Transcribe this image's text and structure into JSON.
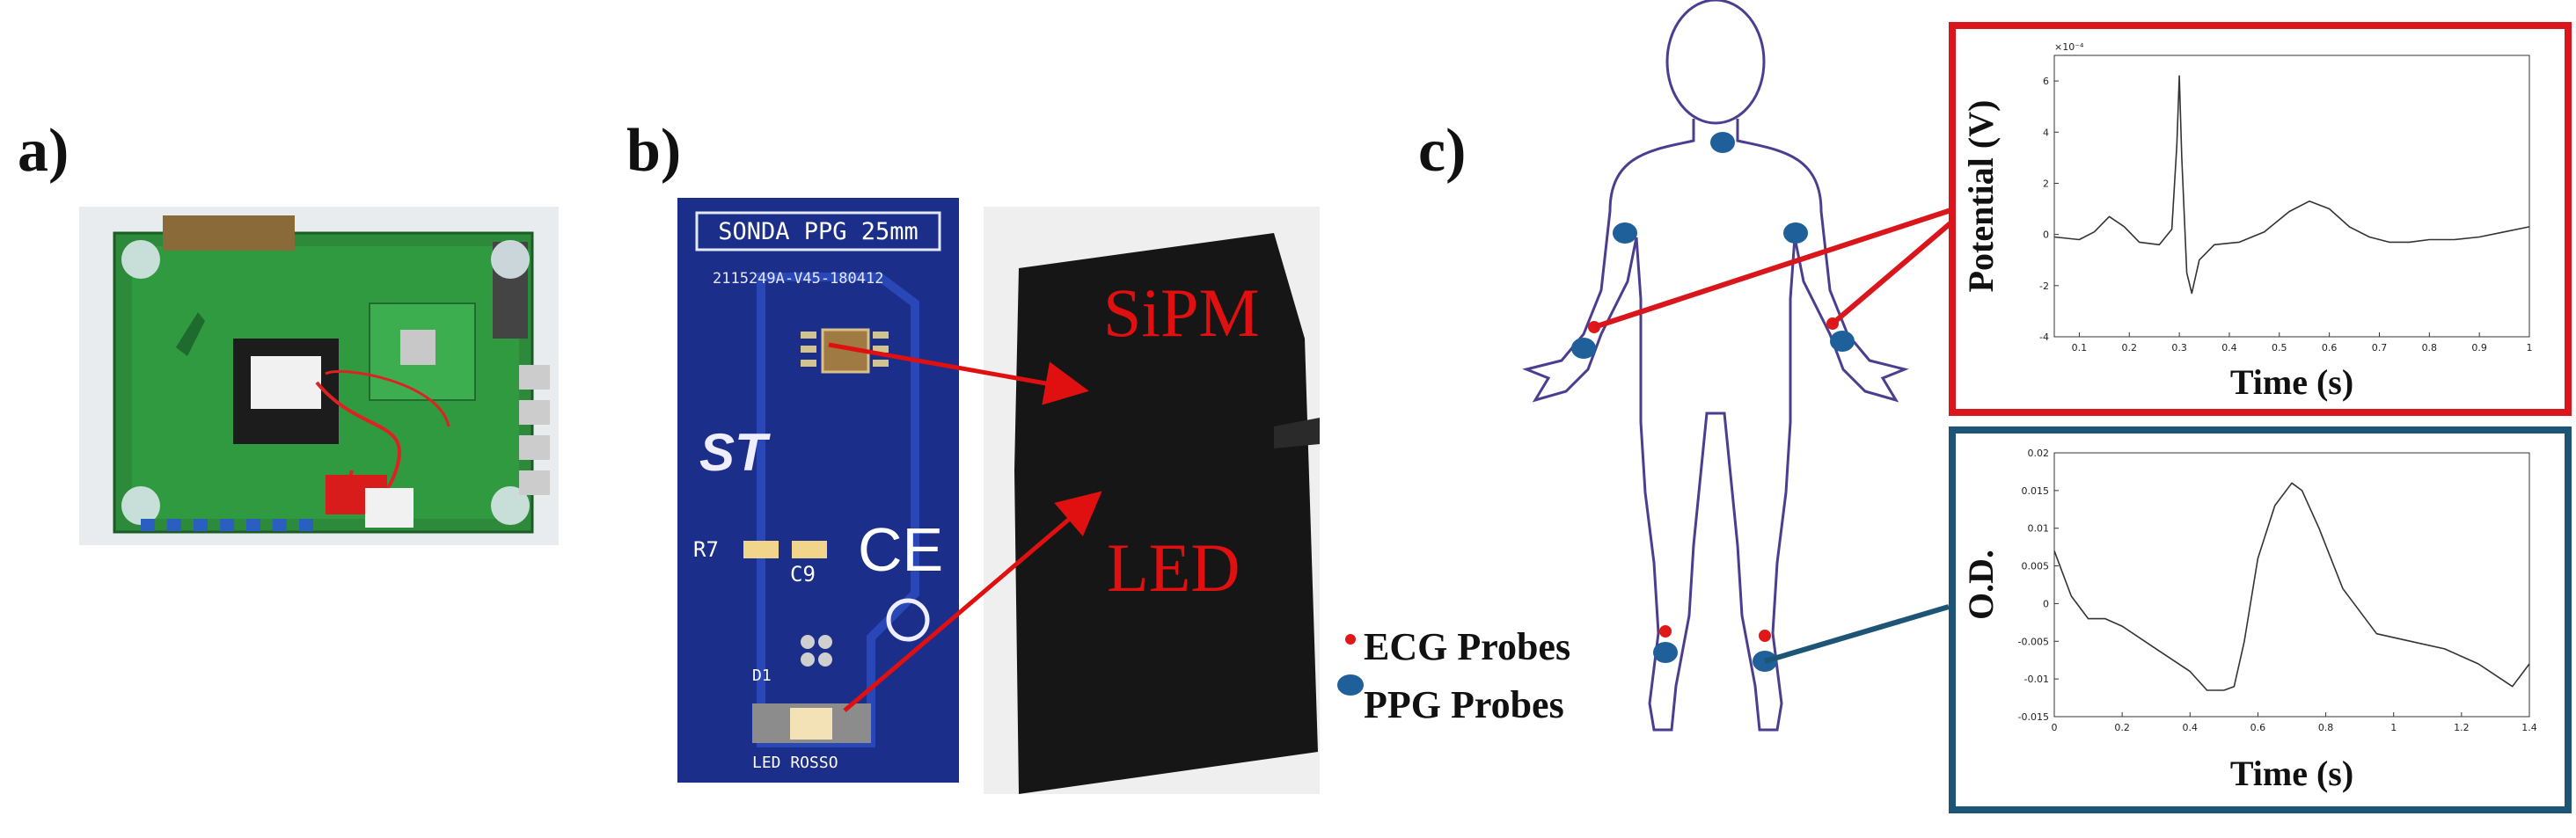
{
  "panels": {
    "a": {
      "label": "a)"
    },
    "b": {
      "label": "b)",
      "probe_title": "SONDA PPG 25mm",
      "serial": "2115249A-V45-180412",
      "st_logo": "ST",
      "r7": "R7",
      "c9": "C9",
      "ce": "CE",
      "d1": "D1",
      "led_text": "LED ROSSO",
      "sipm_label": "SiPM",
      "led_label": "LED"
    },
    "c": {
      "label": "c)"
    }
  },
  "legend": {
    "ecg": "ECG Probes",
    "ppg": "PPG Probes"
  },
  "colors": {
    "ecg_box": "#d9161c",
    "ppg_box": "#1e5577",
    "ecg_dot": "#e01818",
    "ppg_dot": "#1f5f9a",
    "body_outline": "#4b3d8f",
    "arrow": "#e01010"
  },
  "chart_data": [
    {
      "type": "line",
      "xlabel": "Time (s)",
      "ylabel": "Potential (V)",
      "exponent": "×10⁻⁴",
      "xlim": [
        0.05,
        1.0
      ],
      "ylim": [
        -4,
        7
      ],
      "xticks": [
        "0.1",
        "0.2",
        "0.3",
        "0.4",
        "0.5",
        "0.6",
        "0.7",
        "0.8",
        "0.9",
        "1"
      ],
      "yticks": [
        "-4",
        "-2",
        "0",
        "2",
        "4",
        "6"
      ],
      "x": [
        0.05,
        0.1,
        0.13,
        0.16,
        0.19,
        0.22,
        0.26,
        0.285,
        0.295,
        0.3,
        0.305,
        0.315,
        0.325,
        0.34,
        0.37,
        0.42,
        0.47,
        0.52,
        0.56,
        0.6,
        0.64,
        0.68,
        0.72,
        0.76,
        0.8,
        0.85,
        0.9,
        0.95,
        1.0
      ],
      "y": [
        -0.1,
        -0.2,
        0.1,
        0.7,
        0.3,
        -0.3,
        -0.4,
        0.2,
        3.5,
        6.2,
        3.0,
        -1.5,
        -2.3,
        -1.0,
        -0.4,
        -0.3,
        0.1,
        0.9,
        1.3,
        1.0,
        0.3,
        -0.1,
        -0.3,
        -0.3,
        -0.2,
        -0.2,
        -0.1,
        0.1,
        0.3
      ]
    },
    {
      "type": "line",
      "xlabel": "Time (s)",
      "ylabel": "O.D.",
      "xlim": [
        0,
        1.4
      ],
      "ylim": [
        -0.015,
        0.02
      ],
      "xticks": [
        "0",
        "0.2",
        "0.4",
        "0.6",
        "0.8",
        "1",
        "1.2",
        "1.4"
      ],
      "yticks": [
        "-0.015",
        "-0.01",
        "-0.005",
        "0",
        "0.005",
        "0.01",
        "0.015",
        "0.02"
      ],
      "x": [
        0,
        0.05,
        0.1,
        0.15,
        0.2,
        0.3,
        0.4,
        0.45,
        0.5,
        0.53,
        0.56,
        0.6,
        0.65,
        0.7,
        0.73,
        0.78,
        0.85,
        0.95,
        1.05,
        1.15,
        1.25,
        1.35,
        1.4
      ],
      "y": [
        0.007,
        0.001,
        -0.002,
        -0.002,
        -0.003,
        -0.006,
        -0.009,
        -0.0115,
        -0.0115,
        -0.011,
        -0.005,
        0.006,
        0.013,
        0.016,
        0.015,
        0.01,
        0.002,
        -0.004,
        -0.005,
        -0.006,
        -0.008,
        -0.011,
        -0.008
      ]
    }
  ]
}
